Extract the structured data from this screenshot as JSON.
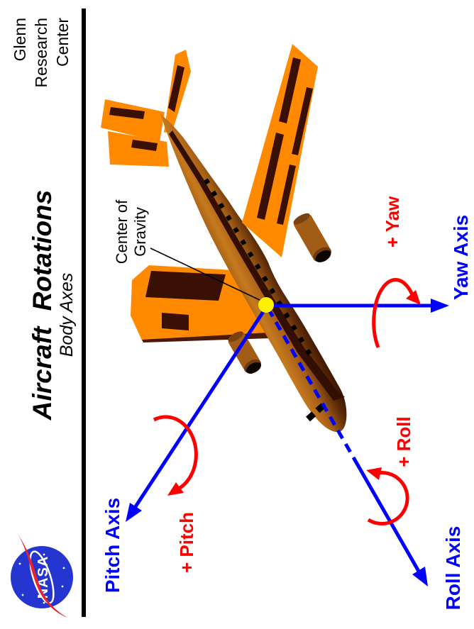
{
  "header": {
    "title": "Aircraft Rotations",
    "subtitle": "Body Axes",
    "org_lines": [
      "Glenn",
      "Research",
      "Center"
    ],
    "logo_text": "NASA",
    "colors": {
      "logo_blue": "#2535CF",
      "logo_red": "#E8232A"
    }
  },
  "diagram": {
    "center_of_gravity_label": [
      "Center of",
      "Gravity"
    ],
    "axes": [
      {
        "id": "pitch",
        "label": "Pitch Axis",
        "rotation_label": "+ Pitch"
      },
      {
        "id": "roll",
        "label": "Roll Axis",
        "rotation_label": "+ Roll"
      },
      {
        "id": "yaw",
        "label": "Yaw Axis",
        "rotation_label": "+ Yaw"
      }
    ],
    "colors": {
      "axis_blue": "#0000FF",
      "rotation_red": "#FF0000",
      "cg_yellow": "#FFF200",
      "aircraft_orange": "#FF8A00",
      "aircraft_dark_marking": "#3A1004",
      "fuselage_brown": "#A65E16"
    }
  }
}
